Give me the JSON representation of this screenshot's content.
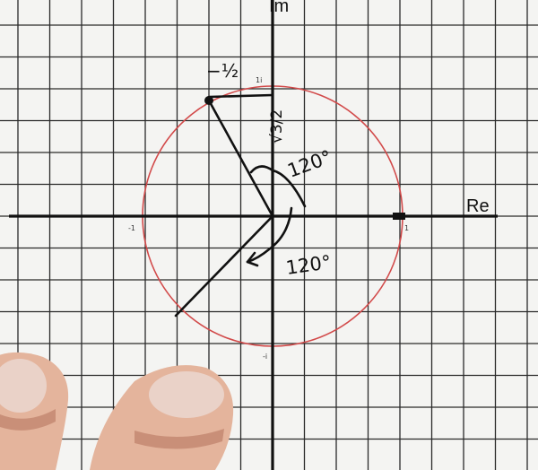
{
  "axes": {
    "real_label": "Re",
    "imag_label": "Im"
  },
  "ticks": {
    "real_pos": "1",
    "real_neg": "-1",
    "imag_pos": "1i",
    "imag_neg": "-i"
  },
  "annotations": {
    "re_part": "−½",
    "im_part": "√3/2",
    "angle_upper": "120°",
    "angle_lower": "120°"
  },
  "colors": {
    "paper": "#f4f4f2",
    "grid": "#2a2a2a",
    "circle": "#d24a4a",
    "ink": "#111111"
  }
}
